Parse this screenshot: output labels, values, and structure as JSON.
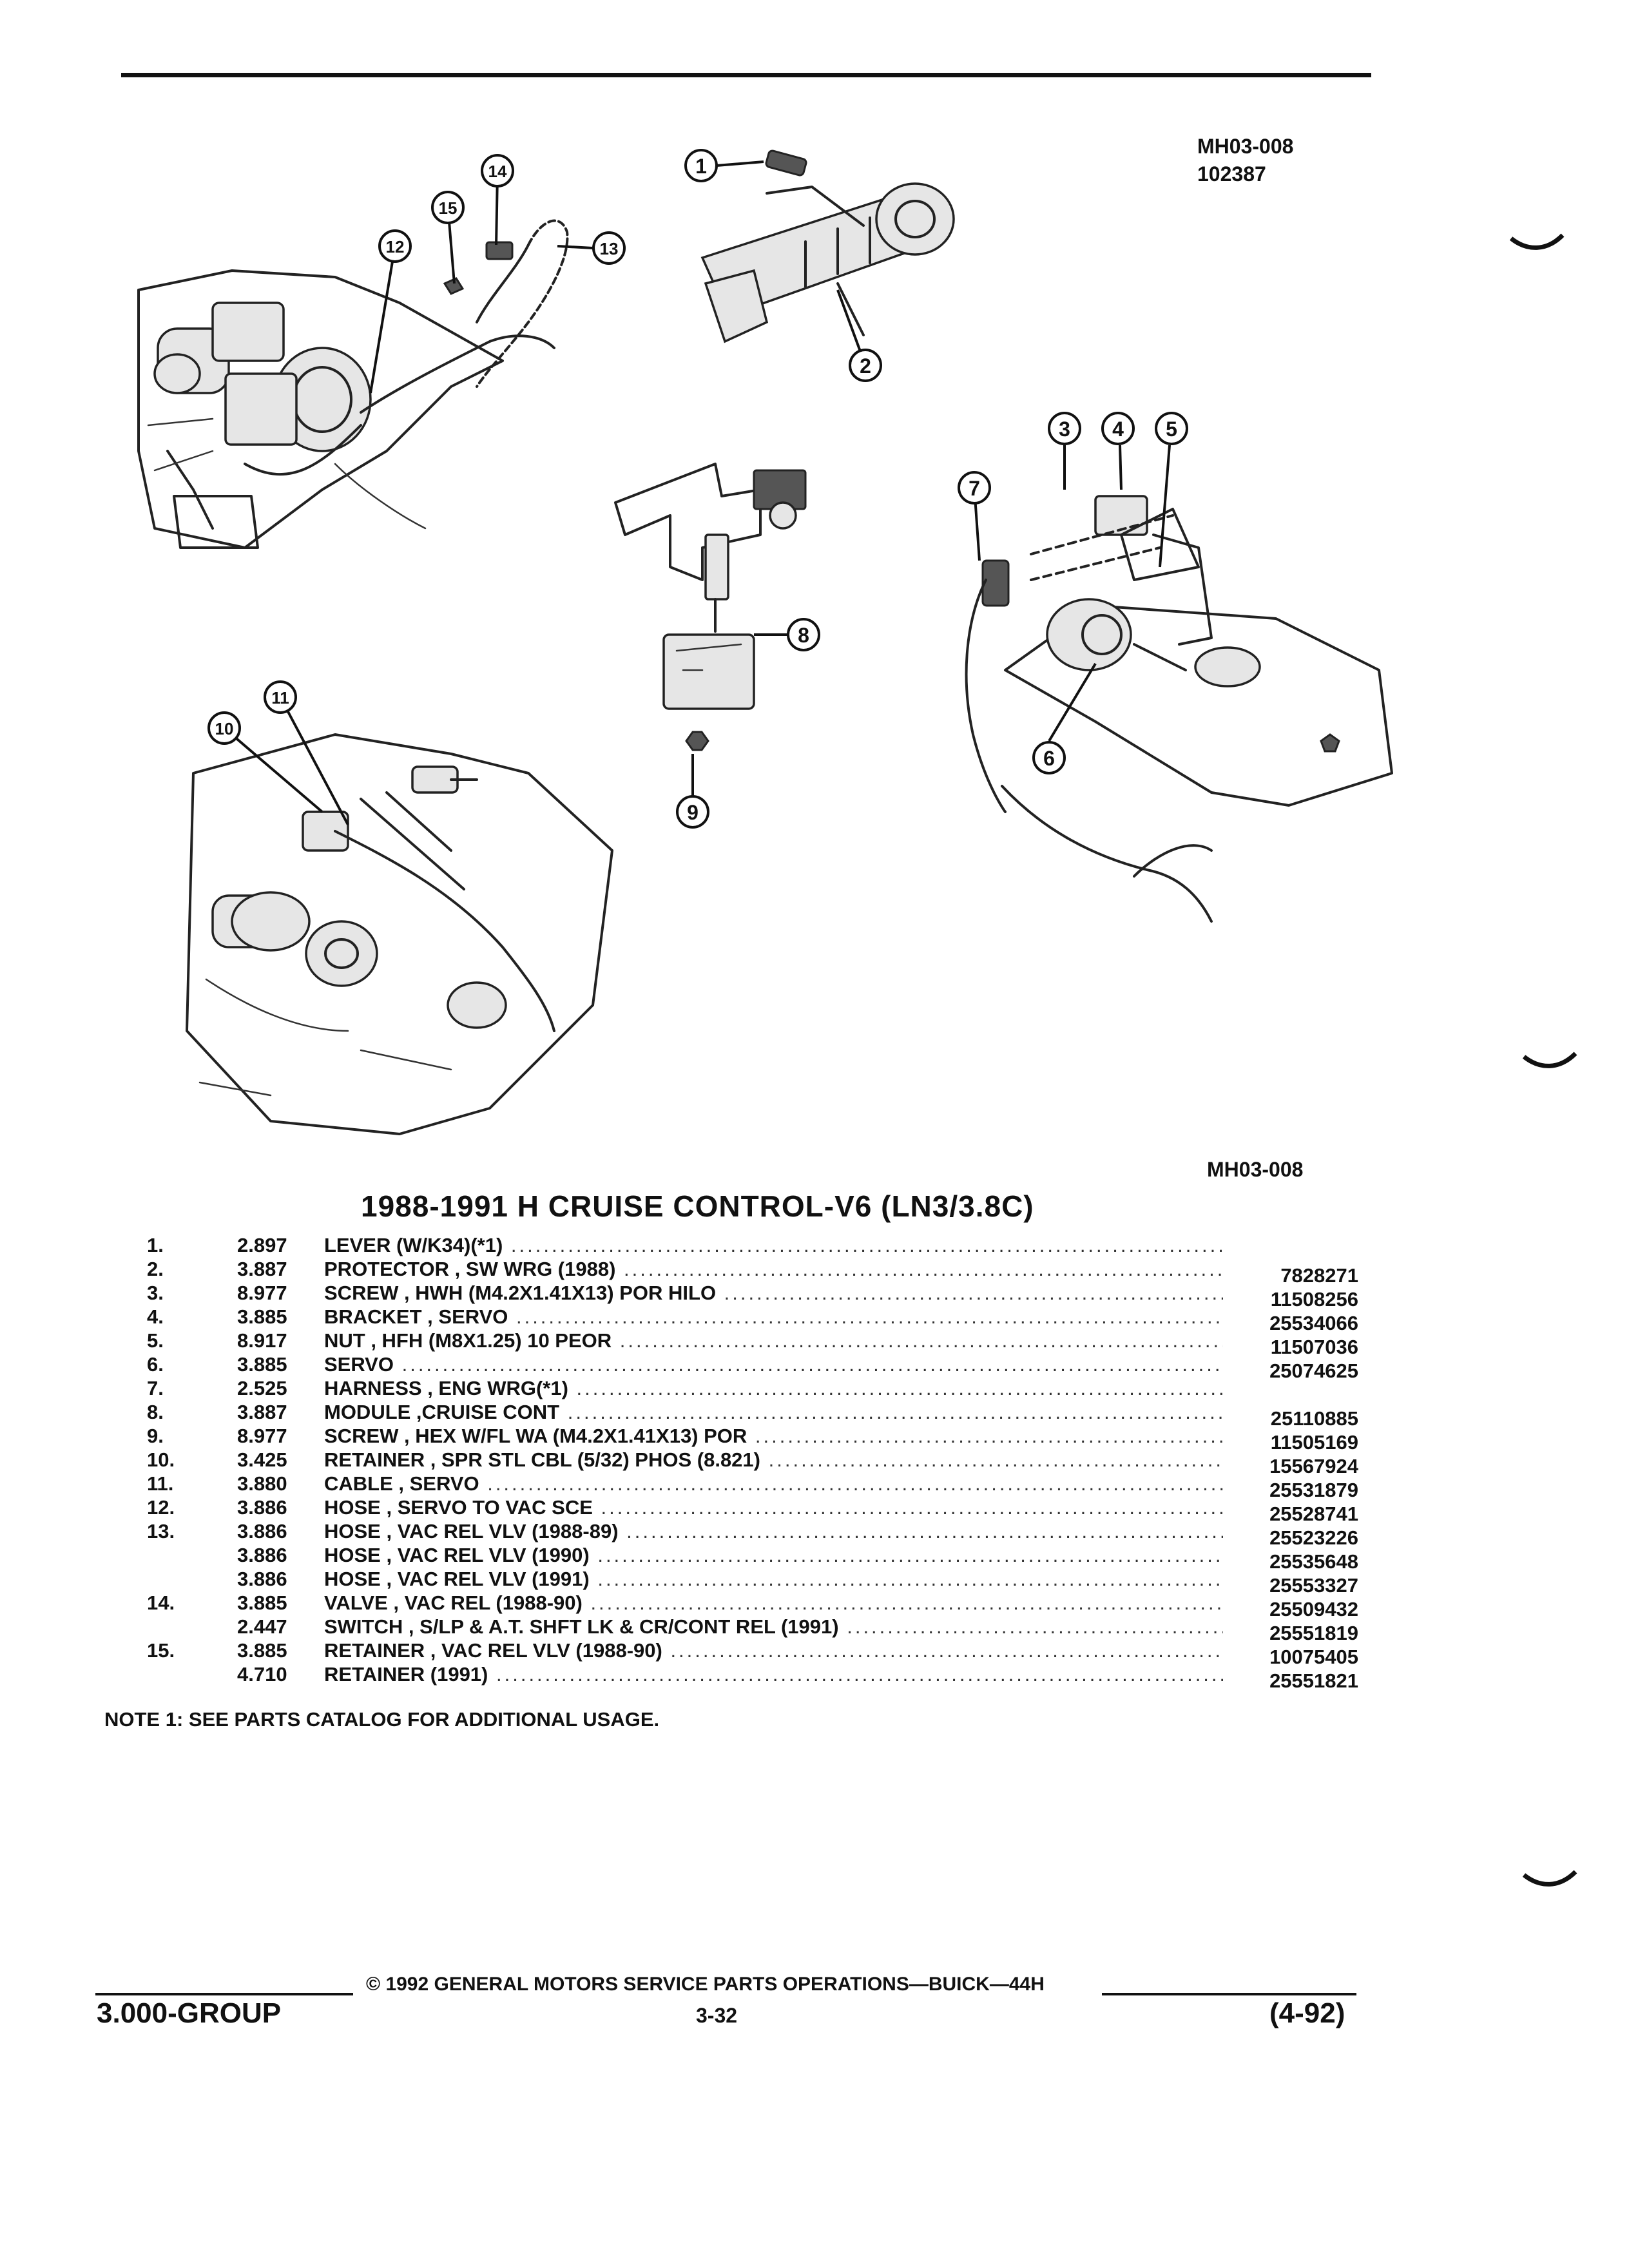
{
  "header": {
    "code_top": "MH03-008",
    "code_top_sub": "102387",
    "code_bottom": "MH03-008"
  },
  "diagram": {
    "callouts": [
      "1",
      "2",
      "3",
      "4",
      "5",
      "6",
      "7",
      "8",
      "9",
      "10",
      "11",
      "12",
      "13",
      "14",
      "15"
    ]
  },
  "title": "1988-1991 H CRUISE CONTROL-V6 (LN3/3.8C)",
  "parts": [
    {
      "num": "1.",
      "group": "2.897",
      "desc": "LEVER (W/K34)(*1)",
      "part_no": ""
    },
    {
      "num": "2.",
      "group": "3.887",
      "desc": "PROTECTOR , SW WRG (1988)",
      "part_no": "7828271"
    },
    {
      "num": "3.",
      "group": "8.977",
      "desc": "SCREW , HWH (M4.2X1.41X13) POR HILO",
      "part_no": "11508256"
    },
    {
      "num": "4.",
      "group": "3.885",
      "desc": "BRACKET , SERVO",
      "part_no": "25534066"
    },
    {
      "num": "5.",
      "group": "8.917",
      "desc": "NUT , HFH (M8X1.25) 10 PEOR",
      "part_no": "11507036"
    },
    {
      "num": "6.",
      "group": "3.885",
      "desc": "SERVO",
      "part_no": "25074625"
    },
    {
      "num": "7.",
      "group": "2.525",
      "desc": "HARNESS , ENG WRG(*1)",
      "part_no": ""
    },
    {
      "num": "8.",
      "group": "3.887",
      "desc": "MODULE ,CRUISE CONT",
      "part_no": "25110885"
    },
    {
      "num": "9.",
      "group": "8.977",
      "desc": "SCREW , HEX W/FL WA (M4.2X1.41X13) POR",
      "part_no": "11505169"
    },
    {
      "num": "10.",
      "group": "3.425",
      "desc": "RETAINER , SPR STL CBL (5/32) PHOS (8.821)",
      "part_no": "15567924"
    },
    {
      "num": "11.",
      "group": "3.880",
      "desc": "CABLE , SERVO",
      "part_no": "25531879"
    },
    {
      "num": "12.",
      "group": "3.886",
      "desc": "HOSE , SERVO TO VAC SCE",
      "part_no": "25528741"
    },
    {
      "num": "13.",
      "group": "3.886",
      "desc": "HOSE , VAC REL VLV (1988-89)",
      "part_no": "25523226"
    },
    {
      "num": "",
      "group": "3.886",
      "desc": "HOSE , VAC REL VLV (1990)",
      "part_no": "25535648"
    },
    {
      "num": "",
      "group": "3.886",
      "desc": "HOSE , VAC REL VLV (1991)",
      "part_no": "25553327"
    },
    {
      "num": "14.",
      "group": "3.885",
      "desc": "VALVE , VAC REL (1988-90)",
      "part_no": "25509432"
    },
    {
      "num": "",
      "group": "2.447",
      "desc": "SWITCH , S/LP & A.T. SHFT LK & CR/CONT REL (1991)",
      "part_no": "25551819"
    },
    {
      "num": "15.",
      "group": "3.885",
      "desc": "RETAINER , VAC REL VLV (1988-90)",
      "part_no": "10075405"
    },
    {
      "num": "",
      "group": "4.710",
      "desc": "RETAINER (1991)",
      "part_no": "25551821"
    }
  ],
  "note": "NOTE  1:  SEE PARTS CATALOG FOR ADDITIONAL USAGE.",
  "footer": {
    "copyright": "©  1992  GENERAL MOTORS SERVICE PARTS OPERATIONS—BUICK—44H",
    "group": "3.000-GROUP",
    "page": "3-32",
    "date": "(4-92)"
  }
}
